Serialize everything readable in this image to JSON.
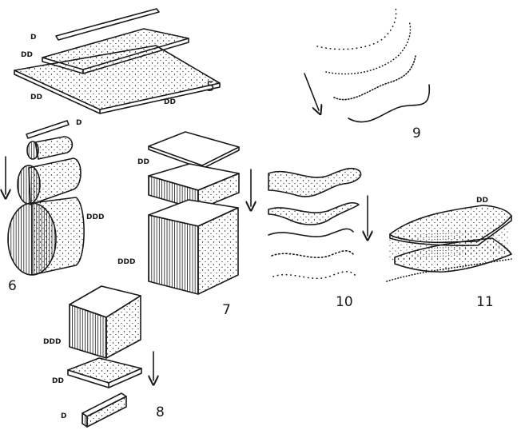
{
  "figure_numbers": [
    "5",
    "6",
    "7",
    "8",
    "9",
    "10",
    "11"
  ],
  "dimension_tags": {
    "d": "D",
    "dd": "DD",
    "ddd": "DDD"
  },
  "colors": {
    "ink": "#1a1a1a",
    "paper": "#ffffff"
  }
}
